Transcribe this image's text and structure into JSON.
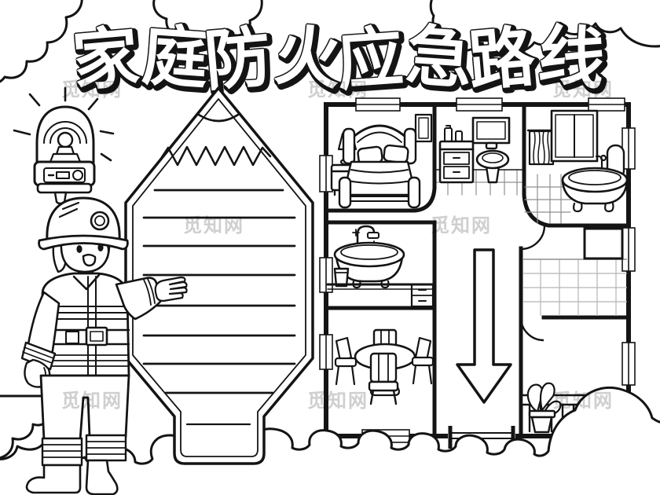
{
  "canvas": {
    "background": "#ffffff",
    "ink": "#141414",
    "tile_line_color": "#8f8f8f",
    "light_grid_color": "#b5b5b5",
    "watermark_color": "#cfcfcf"
  },
  "title": {
    "text": "家庭防火应急路线",
    "chars": [
      "家",
      "庭",
      "防",
      "火",
      "应",
      "急",
      "路",
      "线"
    ]
  },
  "watermark": {
    "text": "觅知网",
    "count": 8
  },
  "scene": {
    "border": "cloud-scallop-frame",
    "fire_alarm_icon": "fire-alarm-beacon-with-rays",
    "firefighter": "firefighter-mascot-gesturing",
    "writing_panel": {
      "shape": "pencil",
      "line_count": 9
    },
    "floor_plan": {
      "rooms": [
        "bedroom",
        "bathroom-sink",
        "bathroom-bathtub",
        "washroom-basin",
        "dining-room",
        "hallway-escape-route",
        "tiled-room",
        "balcony"
      ],
      "furniture": [
        "bed",
        "pillows",
        "nightstand",
        "table-lamp",
        "wall-window",
        "mirror",
        "cabinet",
        "toiletries",
        "pedestal-sink",
        "towel-rack",
        "window-panes",
        "bathtub",
        "tall-faucet-basin",
        "cup",
        "counter-drawers",
        "round-table",
        "four-chairs",
        "square-table",
        "railing",
        "potted-plant"
      ],
      "escape_route_arrow": "large-down-arrow",
      "exit": "bottom-door-opening"
    }
  }
}
